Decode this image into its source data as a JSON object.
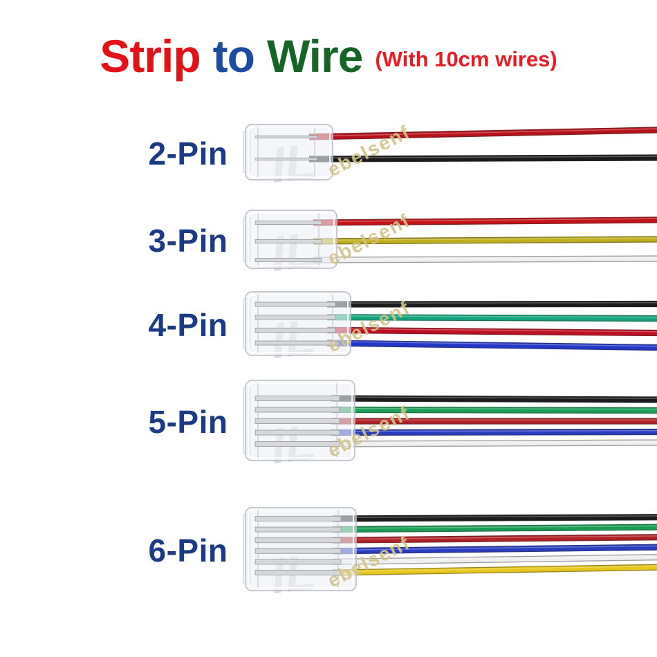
{
  "title": {
    "word1": "Strip",
    "word2": "to",
    "word3": "Wire",
    "suffix": "(With 10cm wires)",
    "word1_color": "#e41218",
    "word2_color": "#1d4b9e",
    "word3_color": "#166426",
    "suffix_color": "#ea1c23"
  },
  "watermark": {
    "text": "ebelsenf",
    "color": "#d2c38b"
  },
  "label_color": "#1d3a85",
  "rows": [
    {
      "label": "2-Pin",
      "pin_count": 2,
      "wires": [
        {
          "name": "red",
          "color": "#b8121a"
        },
        {
          "name": "black",
          "color": "#1b1b1b"
        }
      ]
    },
    {
      "label": "3-Pin",
      "pin_count": 3,
      "wires": [
        {
          "name": "red",
          "color": "#c31318"
        },
        {
          "name": "yellow",
          "color": "#bfae1d"
        },
        {
          "name": "white",
          "color": "#efefef"
        }
      ]
    },
    {
      "label": "4-Pin",
      "pin_count": 4,
      "wires": [
        {
          "name": "black",
          "color": "#1b1b1b"
        },
        {
          "name": "green",
          "color": "#14a57d"
        },
        {
          "name": "red",
          "color": "#c00f23"
        },
        {
          "name": "blue",
          "color": "#2438c8"
        }
      ]
    },
    {
      "label": "5-Pin",
      "pin_count": 5,
      "wires": [
        {
          "name": "black",
          "color": "#1b1b1b"
        },
        {
          "name": "green",
          "color": "#1a9e55"
        },
        {
          "name": "red",
          "color": "#b02025"
        },
        {
          "name": "blue",
          "color": "#2a3dc0"
        },
        {
          "name": "white",
          "color": "#efefef"
        }
      ]
    },
    {
      "label": "6-Pin",
      "pin_count": 6,
      "wires": [
        {
          "name": "black",
          "color": "#1b1b1b"
        },
        {
          "name": "green",
          "color": "#1a9e55"
        },
        {
          "name": "red",
          "color": "#b02025"
        },
        {
          "name": "blue",
          "color": "#2a3dc0"
        },
        {
          "name": "white",
          "color": "#efefef"
        },
        {
          "name": "yellow",
          "color": "#e7c71c"
        }
      ]
    }
  ]
}
